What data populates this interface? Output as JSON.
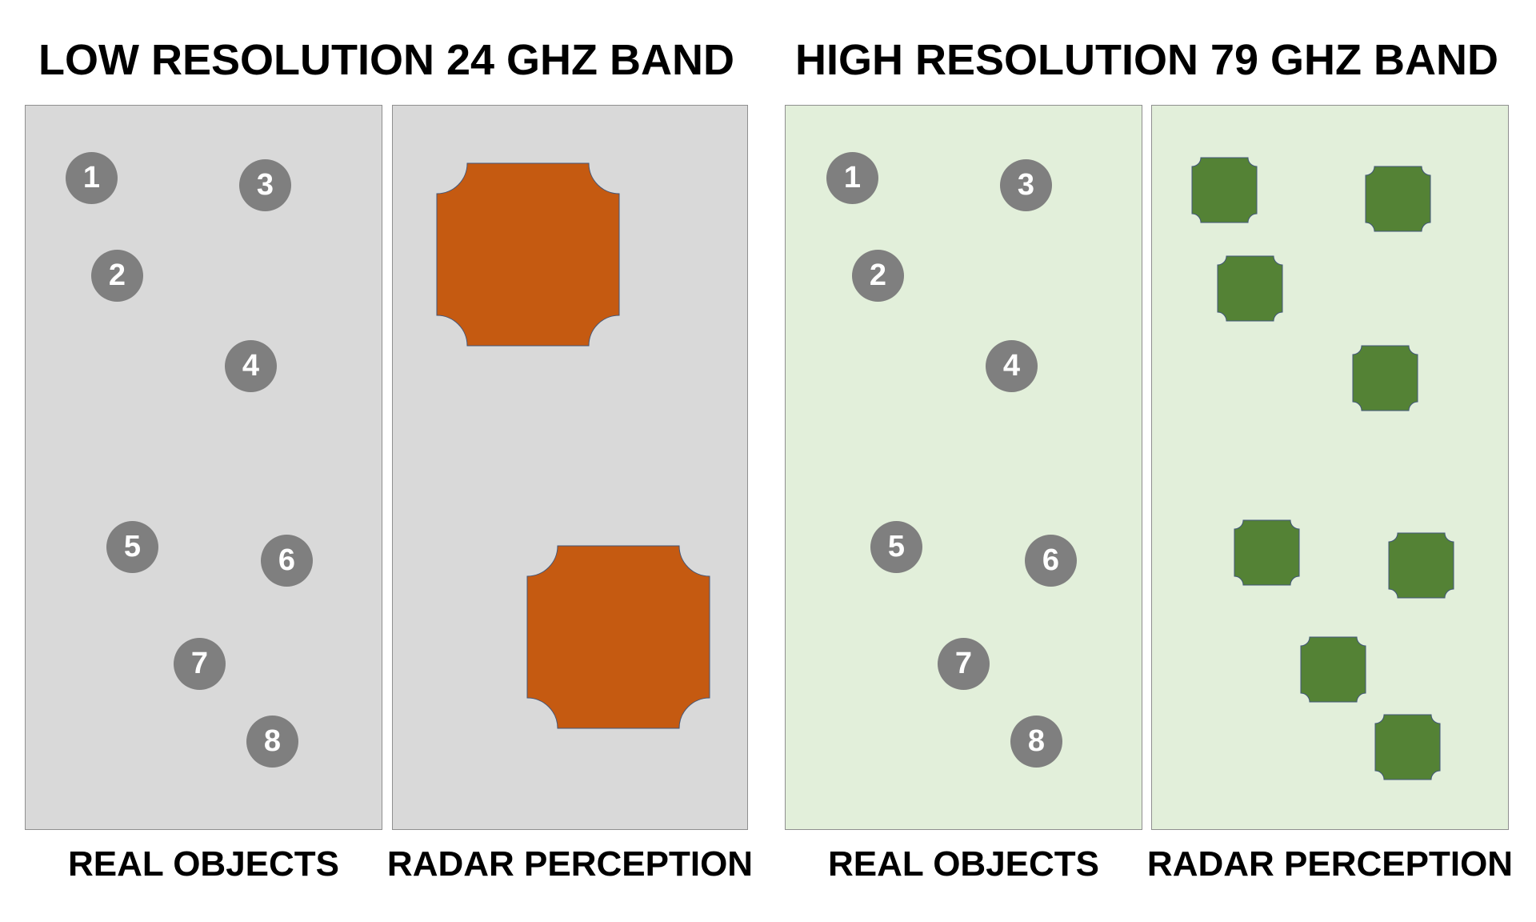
{
  "sections": [
    {
      "title": "LOW RESOLUTION 24 GHZ BAND",
      "real_label": "REAL OBJECTS",
      "radar_label": "RADAR PERCEPTION",
      "background_color": "#d9d9d9",
      "blob_color": "#c55a11",
      "real_objects": [
        "1",
        "2",
        "3",
        "4",
        "5",
        "6",
        "7",
        "8"
      ],
      "radar_detections_count": 2
    },
    {
      "title": "HIGH RESOLUTION 79 GHZ BAND",
      "real_label": "REAL OBJECTS",
      "radar_label": "RADAR PERCEPTION",
      "background_color": "#e2efda",
      "blob_color": "#548235",
      "real_objects": [
        "1",
        "2",
        "3",
        "4",
        "5",
        "6",
        "7",
        "8"
      ],
      "radar_detections_count": 8
    }
  ],
  "object_color": "#7f7f7f"
}
